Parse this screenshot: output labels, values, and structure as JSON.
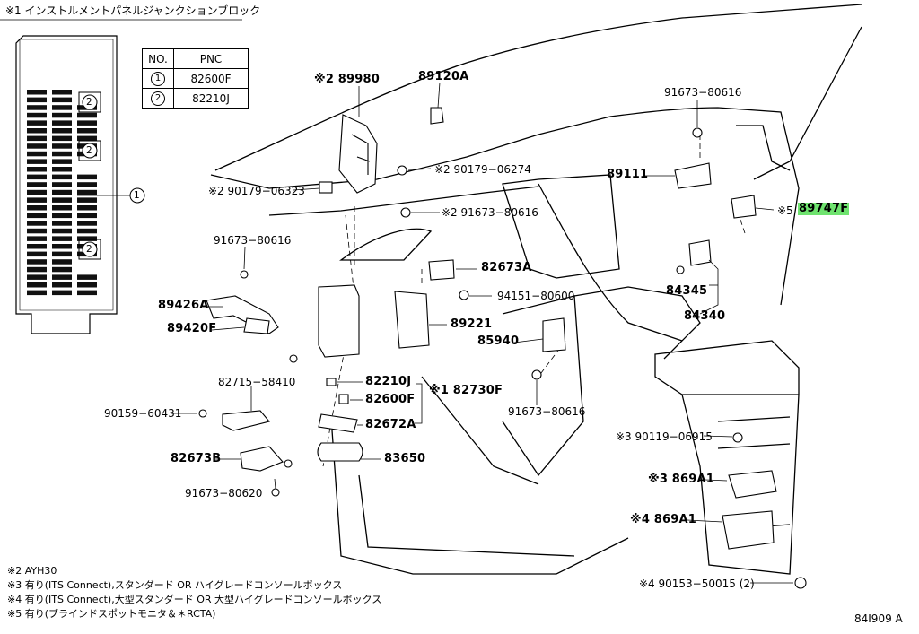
{
  "header_note": "※1 インストルメントパネルジャンクションブロック",
  "table": {
    "headers": [
      "NO.",
      "PNC"
    ],
    "rows": [
      {
        "no": "1",
        "pnc": "82600F"
      },
      {
        "no": "2",
        "pnc": "82210J"
      }
    ]
  },
  "fuse_block_callouts": [
    "2",
    "2",
    "2",
    "1"
  ],
  "labels": {
    "p89980": "※2 89980",
    "p89120A": "89120A",
    "p90179_06274": "※2 90179−06274",
    "p90179_06323": "※2 90179−06323",
    "p91673_80616_a": "※2 91673−80616",
    "p91673_80616_b": "91673−80616",
    "p89426A": "89426A",
    "p89420F": "89420F",
    "p82673A": "82673A",
    "p94151_80600": "94151−80600",
    "p89221": "89221",
    "p85940": "85940",
    "p82715_58410": "82715−58410",
    "p90159_60431": "90159−60431",
    "p82210J": "82210J",
    "p82600F": "82600F",
    "p82730F": "※1 82730F",
    "p82672A": "82672A",
    "p82673B": "82673B",
    "p83650": "83650",
    "p91673_80620": "91673−80620",
    "p91673_80616_c": "91673−80616",
    "p91673_80616_d": "91673−80616",
    "p89111": "89111",
    "p89747F_prefix": "※5",
    "p89747F": "89747F",
    "p84345": "84345",
    "p84340": "84340",
    "p90119_06915": "※3 90119−06915",
    "p869A1_a": "※3 869A1",
    "p869A1_b": "※4 869A1",
    "p90153_50015": "※4 90153−50015 (2)"
  },
  "footnotes": [
    "※2 AYH30",
    "※3 有り(ITS Connect),スタンダード OR ハイグレードコンソールボックス",
    "※4 有り(ITS Connect),大型スタンダード OR 大型ハイグレードコンソールボックス",
    "※5 有り(ブラインドスポットモニタ＆＊RCTA)"
  ],
  "diagram_id": "84I909 A",
  "colors": {
    "highlight": "#6fe36f",
    "ink": "#000000",
    "fuse_slot": "#111111"
  }
}
